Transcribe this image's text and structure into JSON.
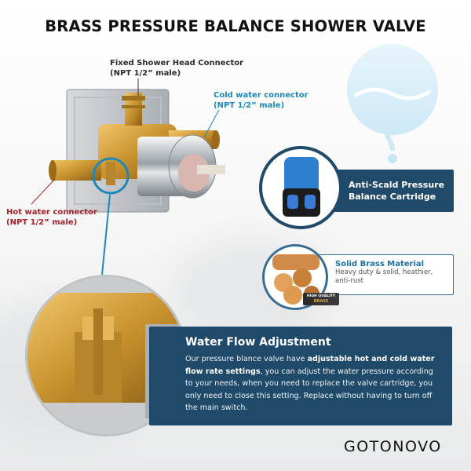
{
  "title": "BRASS PRESSURE BALANCE SHOWER VALVE",
  "callouts": {
    "shower_head": {
      "main": "Fixed Shower Head Connector",
      "sub": "(NPT 1/2” male)"
    },
    "cold": {
      "main": "Cold water connector",
      "sub": "(NPT 1/2” male)"
    },
    "hot": {
      "main": "Hot water connector",
      "sub": "(NPT 1/2” male)"
    }
  },
  "features": {
    "cartridge": {
      "title_line1": "Anti-Scald Pressure",
      "title_line2": "Balance Cartridge"
    },
    "brass": {
      "title": "Solid Brass Material",
      "desc_line1": "Heavy duty & solid, heathier,",
      "desc_line2": "anti-rust",
      "badge_line1": "HIGH QUALITY",
      "badge_line2": "BRASS"
    }
  },
  "water_flow": {
    "title": "Water Flow Adjustment",
    "p1": "Our pressure blance valve have ",
    "p_bold": "adjustable hot and cold water flow rate settings",
    "p2": ", you can adjust the water pressure according to your needs, when you need to replace the valve cartridge, you only need to close this setting. Replace without having to turn off the main switch."
  },
  "brand": {
    "logo": "GOTONOVO"
  },
  "colors": {
    "navy": "#1f4a6a",
    "accent_blue": "#1e88b8",
    "hot_red": "#a4222b",
    "brass": "#c8922e",
    "chrome": "#cfd3d6"
  }
}
